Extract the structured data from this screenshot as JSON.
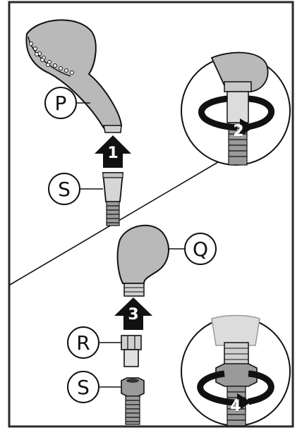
{
  "labels": {
    "handset": "P",
    "hose_top": "S",
    "holder": "Q",
    "adapter": "R",
    "hose_bottom": "S"
  },
  "steps": {
    "attach_handset": "1",
    "tighten_handset": "2",
    "attach_holder": "3",
    "tighten_holder": "4"
  },
  "colors": {
    "frame": "#2a2a2a",
    "grey_body": "#b9b9b9",
    "arrow": "#111111",
    "line": "#111111"
  },
  "icons": {
    "arrow_up": "arrow-up-icon",
    "rotate": "rotate-arrow-icon"
  }
}
